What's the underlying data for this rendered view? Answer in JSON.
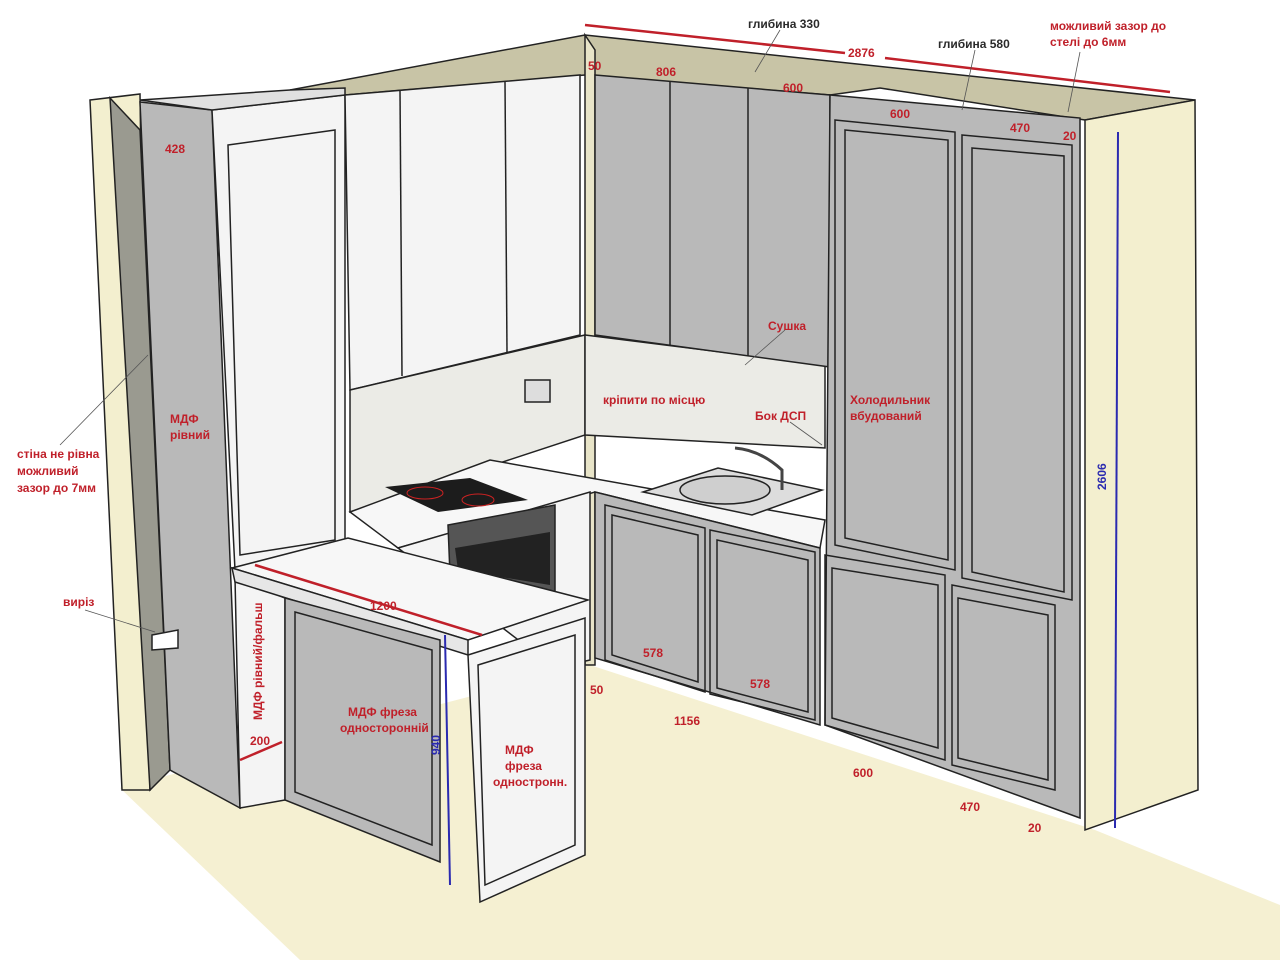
{
  "colors": {
    "wall": "#f3efcf",
    "floor": "#f5f0d2",
    "cabinet_gray": "#b9b9b9",
    "cabinet_white": "#f4f4f4",
    "dim_red": "#c0202a",
    "dim_blue": "#2a2ab0",
    "ceiling_band": "#c8c4a6"
  },
  "top": {
    "depth_330": "глибина 330",
    "depth_580": "глибина 580",
    "total_width": "2876",
    "gap_note_line1": "можливий зазор до",
    "gap_note_line2": "стелі до 6мм",
    "d50": "50",
    "d806": "806",
    "d600a": "600",
    "d600b": "600",
    "d470": "470",
    "d20": "20"
  },
  "left": {
    "d428": "428",
    "mdf_line1": "МДФ",
    "mdf_line2": "рівний",
    "wall_line1": "стіна не рівна",
    "wall_line2": "можливий",
    "wall_line3": "зазор до 7мм",
    "cutout": "виріз",
    "mdf_false": "МДФ рівний/фальш",
    "d200": "200"
  },
  "center": {
    "dryer": "Сушка",
    "fix_on_site": "кріпити по місцю",
    "side_chipboard": "Бок ДСП",
    "fridge_line1": "Холодильник",
    "fridge_line2": "вбудований",
    "d1200": "1200",
    "d940": "940",
    "mdf_mill_line1": "МДФ фреза",
    "mdf_mill_line2": "односторонній",
    "side_mdf_line1": "МДФ",
    "side_mdf_line2": "фреза",
    "side_mdf_line3": "одностронн."
  },
  "bottom": {
    "d578a": "578",
    "d578b": "578",
    "d50": "50",
    "d1156": "1156",
    "d600": "600",
    "d470": "470",
    "d20": "20"
  },
  "right": {
    "height": "2606"
  }
}
